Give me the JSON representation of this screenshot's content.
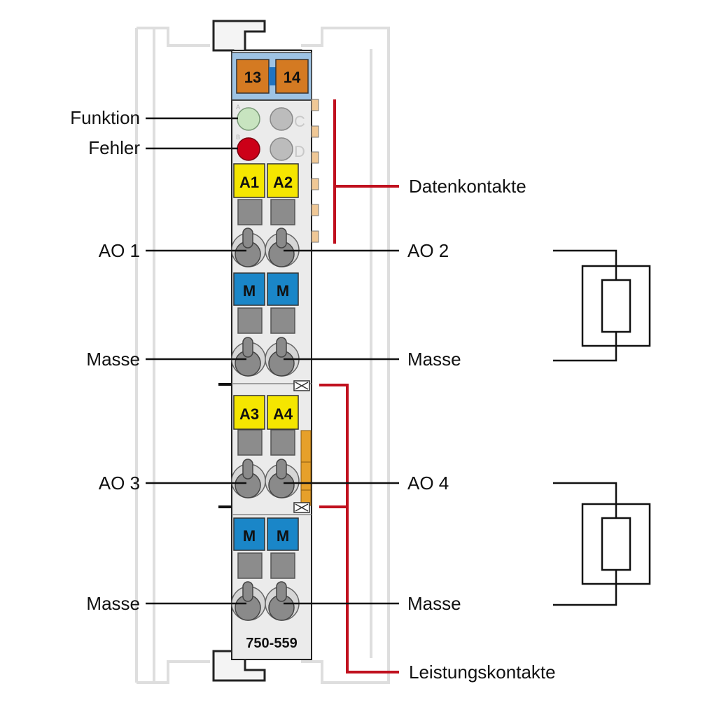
{
  "module": {
    "part_number": "750-559",
    "top_tags": [
      "13",
      "14"
    ],
    "led_letters": [
      "A",
      "B"
    ],
    "led_side_letters": [
      "C",
      "D"
    ],
    "channel_tags": [
      "A1",
      "A2",
      "A3",
      "A4"
    ],
    "ground_tags": [
      "M",
      "M",
      "M",
      "M"
    ]
  },
  "labels": {
    "funktion": "Funktion",
    "fehler": "Fehler",
    "ao1": "AO 1",
    "ao2": "AO 2",
    "ao3": "AO 3",
    "ao4": "AO 4",
    "masse_left_1": "Masse",
    "masse_right_1": "Masse",
    "masse_left_2": "Masse",
    "masse_right_2": "Masse",
    "datenkontakte": "Datenkontakte",
    "leistungskontakte": "Leistungskontakte"
  },
  "colors": {
    "orange_tag": "#d47a22",
    "blue_band": "#9ec3e4",
    "yellow_tag": "#f5e600",
    "blue_tag": "#1a86c8",
    "led_green": "#c8e4c0",
    "led_red": "#cc0018",
    "led_grey": "#bcbcbc",
    "contact_red": "#c0101e",
    "housing": "#ebebeb"
  }
}
